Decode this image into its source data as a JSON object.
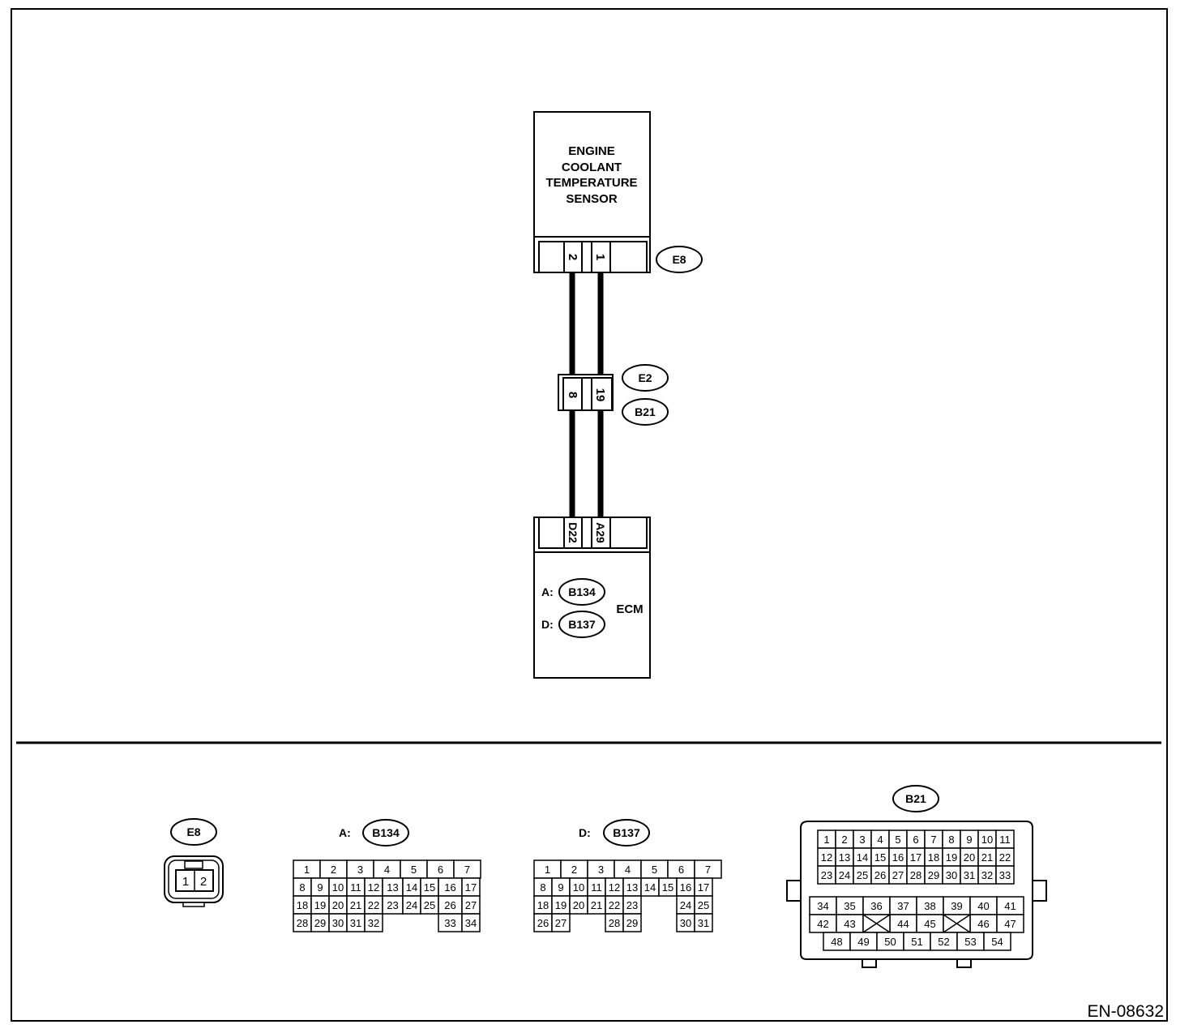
{
  "figure_code": "EN-08632",
  "sensor": {
    "label_lines": [
      "ENGINE",
      "COOLANT",
      "TEMPERATURE",
      "SENSOR"
    ],
    "connector": "E8",
    "pins": [
      "2",
      "1"
    ]
  },
  "junction": {
    "connectors": [
      "E2",
      "B21"
    ],
    "pins": [
      "8",
      "19"
    ]
  },
  "ecm": {
    "label": "ECM",
    "pins": [
      "D22",
      "A29"
    ],
    "connector_refs": [
      {
        "prefix": "A:",
        "code": "B134"
      },
      {
        "prefix": "D:",
        "code": "B137"
      }
    ]
  },
  "connector_views": {
    "e8": {
      "label": "E8",
      "pins": [
        "1",
        "2"
      ]
    },
    "a": {
      "prefix": "A:",
      "label": "B134",
      "rows": [
        [
          "1",
          "2",
          "3",
          "4",
          "5",
          "6",
          "7"
        ],
        [
          "8",
          "9",
          "10",
          "11",
          "12",
          "13",
          "14",
          "15",
          "16",
          "17"
        ],
        [
          "18",
          "19",
          "20",
          "21",
          "22",
          "23",
          "24",
          "25",
          "26",
          "27"
        ],
        [
          "28",
          "29",
          "30",
          "31",
          "32",
          "33",
          "34"
        ]
      ]
    },
    "d": {
      "prefix": "D:",
      "label": "B137",
      "rows": [
        [
          "1",
          "2",
          "3",
          "4",
          "5",
          "6",
          "7"
        ],
        [
          "8",
          "9",
          "10",
          "11",
          "12",
          "13",
          "14",
          "15",
          "16",
          "17"
        ],
        [
          "18",
          "19",
          "20",
          "21",
          "22",
          "23",
          "24",
          "25"
        ],
        [
          "26",
          "27",
          "28",
          "29",
          "30",
          "31"
        ]
      ]
    },
    "b21": {
      "label": "B21",
      "rows": [
        [
          "1",
          "2",
          "3",
          "4",
          "5",
          "6",
          "7",
          "8",
          "9",
          "10",
          "11"
        ],
        [
          "12",
          "13",
          "14",
          "15",
          "16",
          "17",
          "18",
          "19",
          "20",
          "21",
          "22"
        ],
        [
          "23",
          "24",
          "25",
          "26",
          "27",
          "28",
          "29",
          "30",
          "31",
          "32",
          "33"
        ],
        [
          "34",
          "35",
          "36",
          "37",
          "38",
          "39",
          "40",
          "41"
        ],
        [
          "42",
          "43",
          "44",
          "45",
          "46",
          "47"
        ],
        [
          "48",
          "49",
          "50",
          "51",
          "52",
          "53",
          "54"
        ]
      ]
    }
  }
}
